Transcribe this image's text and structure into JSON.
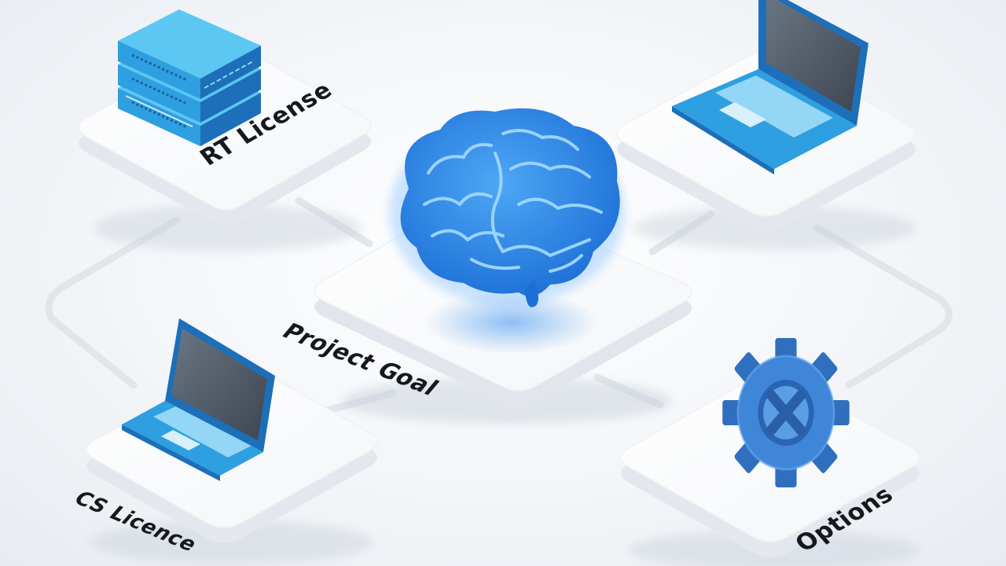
{
  "nodes": {
    "rt_license": {
      "label": "RT License",
      "icon": "server-rack-icon"
    },
    "project_goal": {
      "label": "Project Goal",
      "icon": "brain-icon"
    },
    "cs_license": {
      "label": "CS Licence",
      "icon": "laptop-icon"
    },
    "options": {
      "label": "Options",
      "icon": "gear-icon"
    },
    "client": {
      "label": "",
      "icon": "laptop-icon"
    }
  },
  "colors": {
    "accent": "#2e9fe0",
    "accent_light": "#5cc7f2",
    "accent_dark": "#1c6fb8",
    "brain": "#2a86e6",
    "gear": "#3f86d8",
    "platform": "#ffffff",
    "connector": "#e3e7ec",
    "text": "#16181c"
  }
}
